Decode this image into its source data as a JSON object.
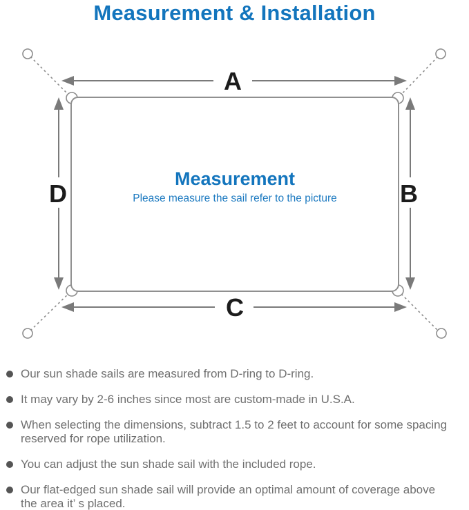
{
  "page": {
    "title": "Measurement & Installation"
  },
  "colors": {
    "accent_blue": "#1375bd",
    "diagram_line_gray": "#8b8b8b",
    "arrow_gray": "#7a7a7a",
    "dimension_label_black": "#1c1c1c",
    "note_text_gray": "#6f6f6f"
  },
  "diagram": {
    "center_title": "Measurement",
    "center_subtitle": "Please measure the sail refer to the picture",
    "dimension_labels": {
      "top": "A",
      "right": "B",
      "bottom": "C",
      "left": "D"
    }
  },
  "notes": {
    "items": [
      "Our sun shade sails are measured from D-ring to D-ring.",
      "It may vary by 2-6 inches since most are custom-made in U.S.A.",
      "When selecting the dimensions, subtract 1.5 to 2 feet to account for some spacing reserved for rope utilization.",
      "You can adjust the sun shade sail with the included rope.",
      "Our flat-edged sun shade sail will provide an optimal amount of coverage above the area it’ s placed."
    ]
  }
}
